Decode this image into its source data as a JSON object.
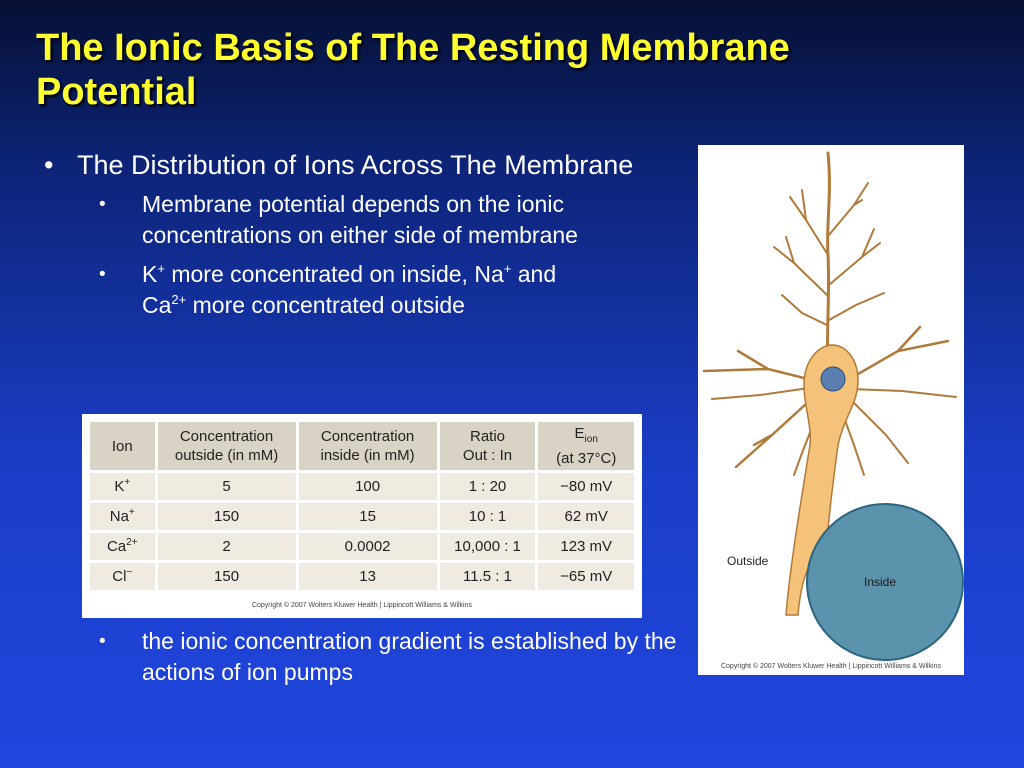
{
  "title": {
    "line1": "The Ionic Basis of The Resting Membrane",
    "line2": "Potential"
  },
  "bullets": {
    "main": "The Distribution of Ions Across The Membrane",
    "sub1": "Membrane potential depends on the ionic concentrations on either side of membrane",
    "sub2": {
      "k": "K",
      "k_sup": "+",
      "mid": " more concentrated on inside, Na",
      "na_sup": "+",
      "and": " and",
      "ca": "Ca",
      "ca_sup": "2+",
      "end": " more concentrated outside"
    },
    "sub3": "the ionic concentration gradient is established by the actions of ion pumps"
  },
  "table": {
    "headers": {
      "ion": "Ion",
      "out_1": "Concentration",
      "out_2": "outside (in mM)",
      "in_1": "Concentration",
      "in_2": "inside (in mM)",
      "ratio_1": "Ratio",
      "ratio_2": "Out : In",
      "e_main": "E",
      "e_sub": "ion",
      "e_2": "(at 37°C)"
    },
    "rows": [
      {
        "ion": "K",
        "sup": "+",
        "outside": "5",
        "inside": "100",
        "ratio": "1 : 20",
        "e": "−80 mV"
      },
      {
        "ion": "Na",
        "sup": "+",
        "outside": "150",
        "inside": "15",
        "ratio": "10 : 1",
        "e": "62 mV"
      },
      {
        "ion": "Ca",
        "sup": "2+",
        "outside": "2",
        "inside": "0.0002",
        "ratio": "10,000 : 1",
        "e": "123 mV"
      },
      {
        "ion": "Cl",
        "sup": "−",
        "outside": "150",
        "inside": "13",
        "ratio": "11.5 : 1",
        "e": "−65 mV"
      }
    ],
    "copyright": "Copyright © 2007 Wolters Kluwer Health | Lippincott Williams & Wilkins"
  },
  "figure": {
    "outside_label": "Outside",
    "inside_label": "Inside",
    "copyright": "Copyright © 2007 Wolters Kluwer Health | Lippincott Williams & Wilkins"
  },
  "colors": {
    "title": "#ffff2e",
    "bg_top": "#061033",
    "bg_bottom": "#2046de",
    "cell_fill": "#f5c27a",
    "cell_stroke": "#b07a3a",
    "circle_fill": "#5a93ab"
  }
}
